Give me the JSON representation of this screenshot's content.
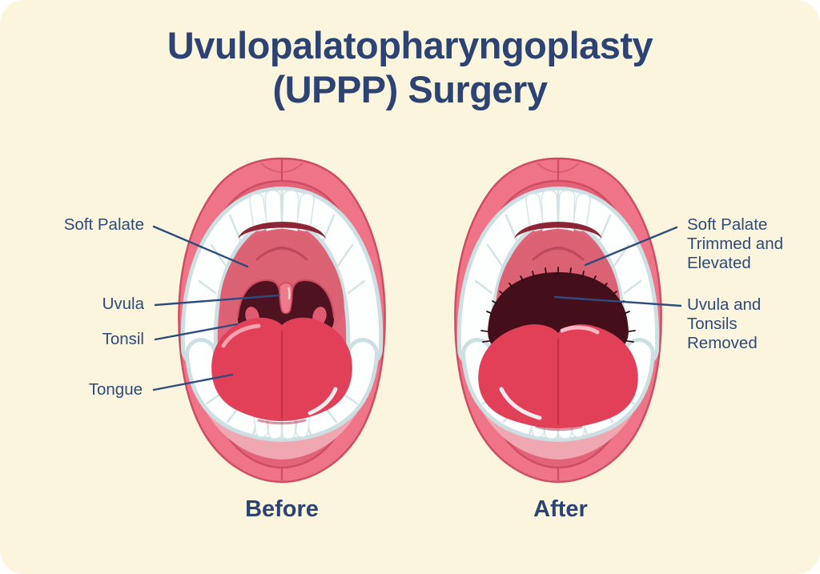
{
  "title": {
    "line1": "Uvulopalatopharyngoplasty",
    "line2": "(UPPP) Surgery"
  },
  "before": {
    "caption": "Before",
    "labels": {
      "soft_palate": "Soft Palate",
      "uvula": "Uvula",
      "tonsil": "Tonsil",
      "tongue": "Tongue"
    }
  },
  "after": {
    "caption": "After",
    "labels": {
      "soft_palate_trimmed": "Soft Palate\nTrimmed and\nElevated",
      "uvula_tonsils_removed": "Uvula and\nTonsils\nRemoved"
    }
  },
  "colors": {
    "background": "#FCF5DE",
    "page": "#FFFFFF",
    "title_text": "#2C4373",
    "label_text": "#2E4A7C",
    "leader_line": "#2E4C7E",
    "lip": "#EF7488",
    "lip_outline": "#CE4D63",
    "inner_mouth": "#E36379",
    "palate": "#DB6272",
    "palate_crease": "#BC4A5C",
    "throat_dark": "#4E1220",
    "surgical_opening": "#440F1B",
    "stitch": "#30101A",
    "tongue": "#E23F58",
    "tongue_midline": "#C12F47",
    "teeth": "#FDFEFE",
    "gums": "#CCDFE2",
    "inner_lower_lip": "#EFA7B2"
  }
}
